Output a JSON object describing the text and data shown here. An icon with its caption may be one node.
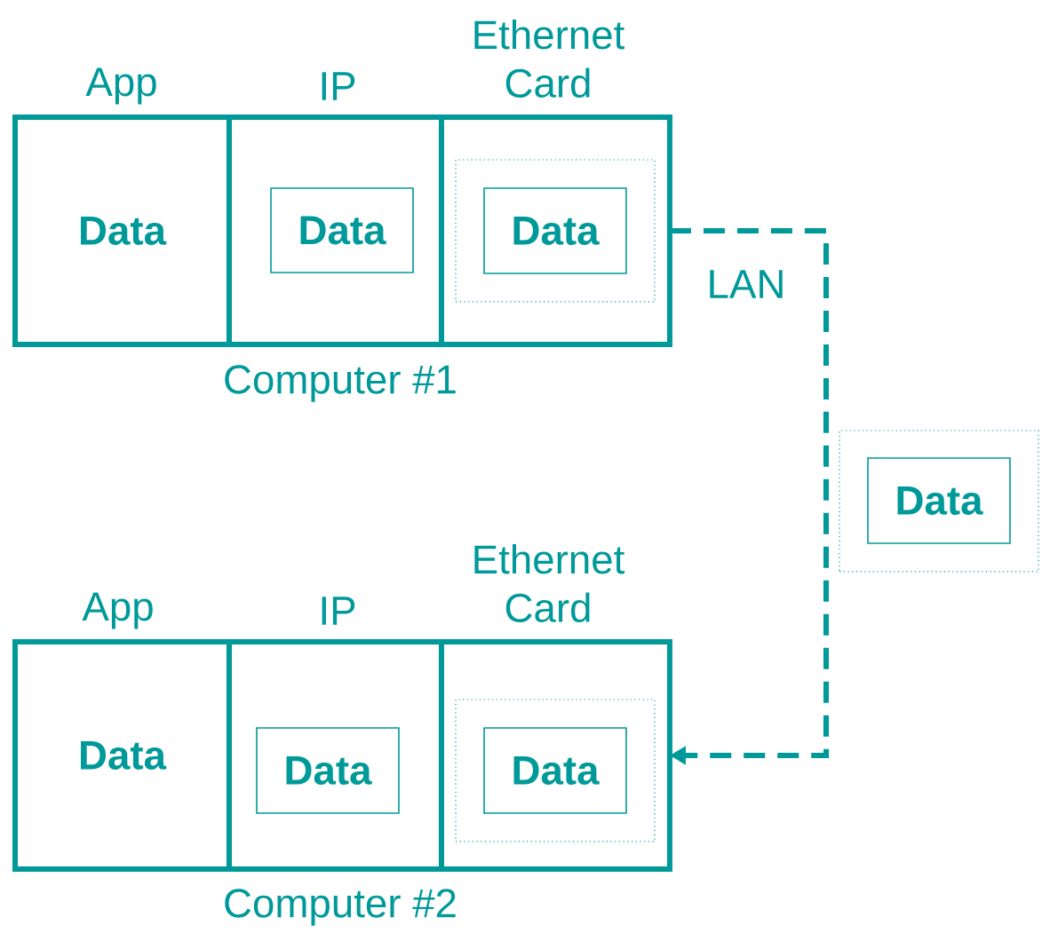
{
  "diagram": {
    "nodes": [
      {
        "text": [
          "App",
          "Data"
        ]
      },
      {
        "text": [
          "IP"
        ]
      },
      {
        "text": [
          "Data"
        ],
        "in": 1
      },
      {
        "text": [
          "Ethernet Card"
        ]
      },
      {
        "text": [],
        "shape": "box",
        "in": 3
      },
      {
        "text": [
          "Data"
        ],
        "in": 4
      },
      {
        "text": [],
        "shape": "box"
      },
      {
        "text": [
          "Data"
        ],
        "in": 6
      },
      {
        "text": [
          "App",
          "Data"
        ]
      },
      {
        "text": [
          "IP"
        ]
      },
      {
        "text": [
          "Data"
        ],
        "in": 9
      },
      {
        "text": [
          "Ethernet Card"
        ]
      },
      {
        "text": [],
        "shape": "box",
        "in": 11
      },
      {
        "text": [
          "Data"
        ],
        "in": 12
      }
    ],
    "edges": [
      {
        "from": 3,
        "to": 11,
        "arrow": "to",
        "style": "dashed",
        "label": "LAN"
      }
    ],
    "labels": [
      "Computer #1",
      "Computer #2"
    ]
  }
}
